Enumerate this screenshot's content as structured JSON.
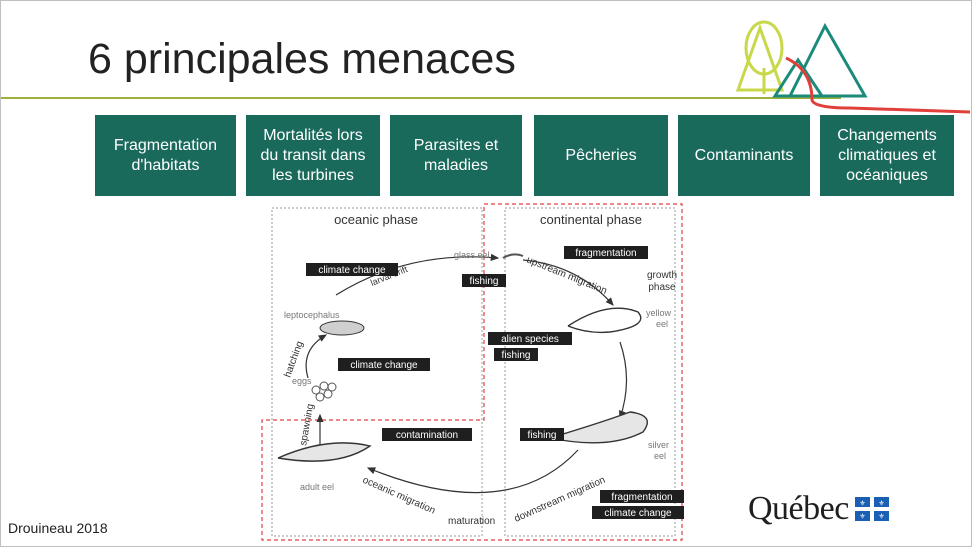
{
  "slide": {
    "title": "6 principales menaces",
    "source": "Drouineau 2018"
  },
  "threats": [
    {
      "label": "Fragmentation\nd'habitats"
    },
    {
      "label": "Mortalités lors\ndu transit dans\nles turbines"
    },
    {
      "label": "Parasites et\nmaladies"
    },
    {
      "label": "Pêcheries"
    },
    {
      "label": "Contaminants"
    },
    {
      "label": "Changements\nclimatiques et\nocéaniques"
    }
  ],
  "diagram": {
    "phases": {
      "oceanic": "oceanic phase",
      "continental": "continental phase",
      "growth": "growth\nphase"
    },
    "stages": {
      "glass_eel": "glass eel",
      "leptocephalus": "leptocephalus",
      "yellow_eel": "yellow\neel",
      "eggs": "eggs",
      "silver_eel": "silver\neel",
      "adult_eel": "adult eel"
    },
    "arrows": {
      "larval_drift": "larval drift",
      "upstream_migration": "upstream migration",
      "hatching": "hatching",
      "spawning": "spawning",
      "downstream_migration": "downstream migration",
      "oceanic_migration": "oceanic migration",
      "maturation": "maturation"
    },
    "threat_tags": {
      "climate_change_1": "climate change",
      "fishing_1": "fishing",
      "fragmentation_1": "fragmentation",
      "alien_species": "alien species",
      "fishing_2": "fishing",
      "climate_change_2": "climate change",
      "contamination": "contamination",
      "fishing_3": "fishing",
      "fragmentation_2": "fragmentation",
      "climate_change_3": "climate change"
    }
  },
  "brand": {
    "name": "Québec",
    "accent": "#1a6a5c",
    "flag_color": "#1a5fb4",
    "logo_colors": [
      "#c8d84a",
      "#1a8a7a",
      "#e0403a"
    ]
  }
}
